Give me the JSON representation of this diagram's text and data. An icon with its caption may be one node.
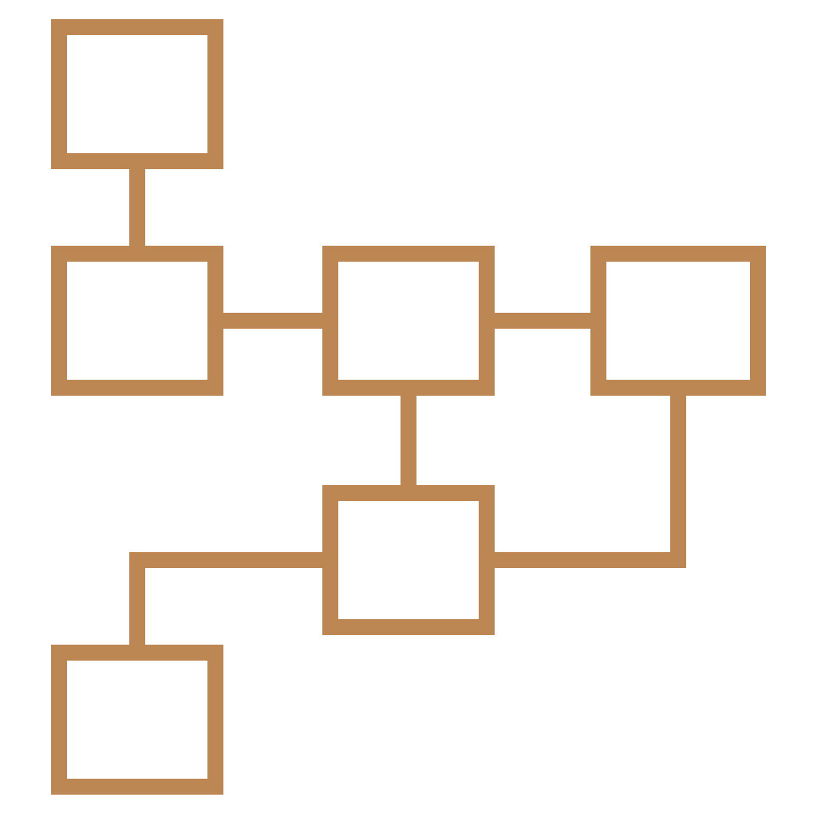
{
  "diagram": {
    "nodes": [
      {
        "text": [],
        "shape": "box"
      },
      {
        "text": [],
        "shape": "box"
      },
      {
        "text": [],
        "shape": "box"
      },
      {
        "text": [],
        "shape": "box"
      },
      {
        "text": [],
        "shape": "box"
      },
      {
        "text": [],
        "shape": "box"
      }
    ],
    "edges": [
      {
        "from": 0,
        "to": 1,
        "arrow": "none"
      },
      {
        "from": 1,
        "to": 2,
        "arrow": "none"
      },
      {
        "from": 2,
        "to": 3,
        "arrow": "none"
      },
      {
        "from": 2,
        "to": 4,
        "arrow": "none"
      },
      {
        "from": 3,
        "to": 4,
        "arrow": "none"
      },
      {
        "from": 4,
        "to": 5,
        "arrow": "none"
      }
    ]
  }
}
